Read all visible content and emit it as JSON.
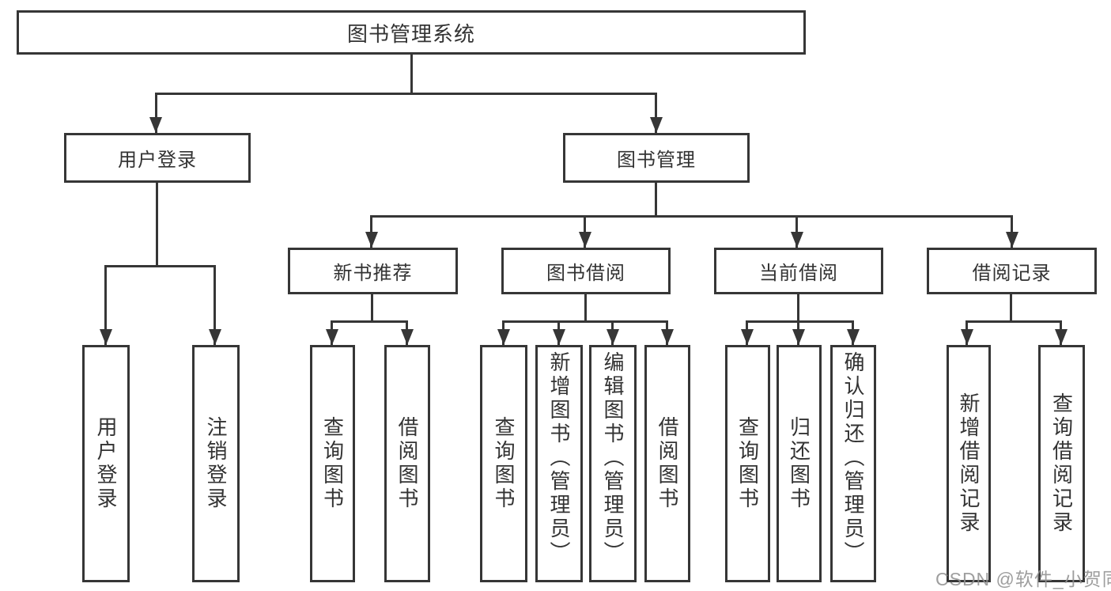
{
  "diagram": {
    "root": "图书管理系统",
    "user_login": {
      "label": "用户登录",
      "children": [
        "用户登录",
        "注销登录"
      ]
    },
    "book_mgmt": {
      "label": "图书管理",
      "new_book": {
        "label": "新书推荐",
        "children": [
          "查询图书",
          "借阅图书"
        ]
      },
      "borrow": {
        "label": "图书借阅",
        "children": [
          "查询图书",
          "新增图书（管理员）",
          "编辑图书（管理员）",
          "借阅图书"
        ]
      },
      "current": {
        "label": "当前借阅",
        "children": [
          "查询图书",
          "归还图书",
          "确认归还（管理员）"
        ]
      },
      "record": {
        "label": "借阅记录",
        "children": [
          "新增借阅记录",
          "查询借阅记录"
        ]
      }
    }
  },
  "watermark": "CSDN @软件_小贺同学",
  "colors": {
    "line": "#363636",
    "text": "#333333",
    "watermark": "#919191"
  }
}
